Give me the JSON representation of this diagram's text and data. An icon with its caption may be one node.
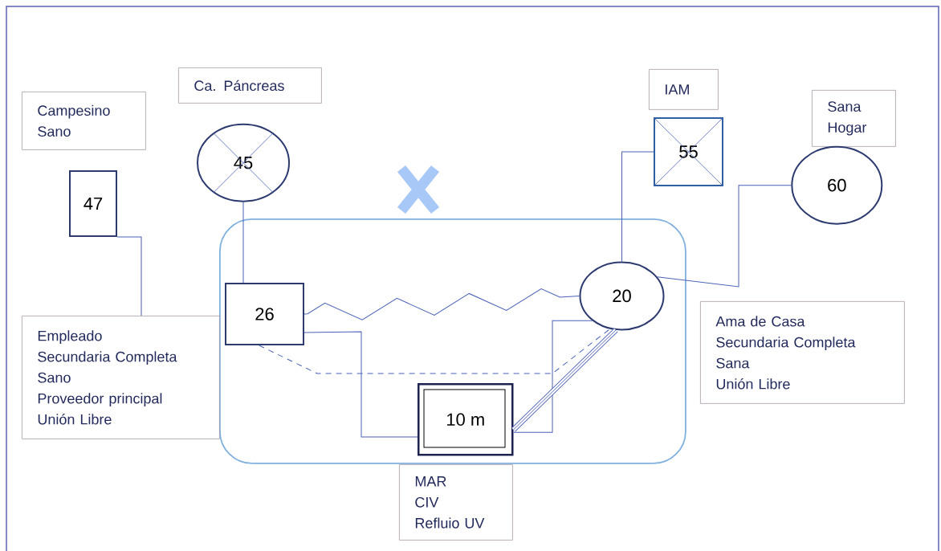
{
  "diagram": {
    "nodes": [
      {
        "text": [
          "Campesino",
          "Sano"
        ]
      },
      {
        "text": [
          "Ca. Páncreas"
        ]
      },
      {
        "text": [
          "IAM"
        ]
      },
      {
        "text": [
          "Sana",
          "Hogar"
        ]
      },
      {
        "text": [
          "47"
        ]
      },
      {
        "text": [
          "45"
        ]
      },
      {
        "text": [
          "55"
        ]
      },
      {
        "text": [
          "60"
        ]
      },
      {
        "text": [],
        "shape": "box"
      },
      {
        "text": [
          "26"
        ],
        "in": 8
      },
      {
        "text": [
          "20"
        ],
        "in": 8
      },
      {
        "text": [
          "10 m"
        ],
        "in": 8
      },
      {
        "text": [
          "Empleado",
          "Secundaria Completa",
          "Sano",
          "Proveedor principal",
          "Unión Libre"
        ]
      },
      {
        "text": [
          "Ama de Casa",
          "Secundaria Completa",
          "Sana",
          "Unión Libre"
        ]
      },
      {
        "text": [
          "MAR",
          "CIV",
          "Refluio UV"
        ]
      }
    ],
    "edges": [
      {
        "from": 4,
        "to": 12,
        "arrow": "none"
      },
      {
        "from": 5,
        "to": 9,
        "arrow": "none"
      },
      {
        "from": 6,
        "to": 10,
        "arrow": "none"
      },
      {
        "from": 7,
        "to": 10,
        "arrow": "none"
      },
      {
        "from": 9,
        "to": 10,
        "arrow": "none"
      },
      {
        "from": 9,
        "to": 11,
        "arrow": "none"
      },
      {
        "from": 10,
        "to": 11,
        "arrow": "none"
      },
      {
        "from": 9,
        "to": 10,
        "arrow": "none",
        "style": "dashed"
      },
      {
        "from": 10,
        "to": 11,
        "arrow": "none",
        "style": "thick"
      }
    ]
  }
}
